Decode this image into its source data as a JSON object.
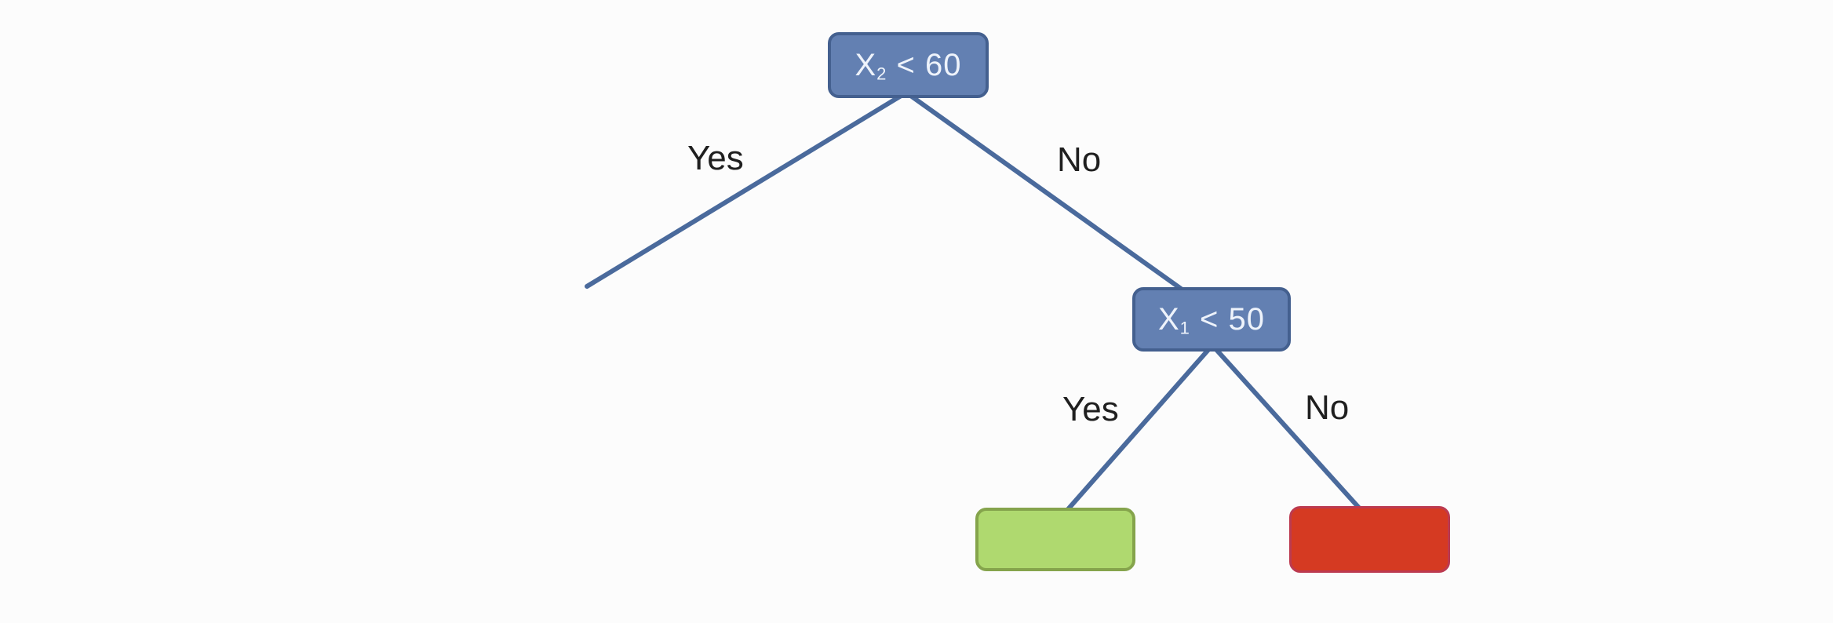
{
  "page": {
    "background": "#fcfcfc"
  },
  "colors": {
    "branch_line": "#4a6a9c",
    "decision_node_fill": "#6380b2",
    "decision_node_border": "#44608f",
    "decision_node_text": "#eef3fb",
    "branch_label_text": "#1f1f1f",
    "leaf_positive_fill": "#afd96f",
    "leaf_positive_border": "#85a44c",
    "leaf_negative_fill": "#d53a22",
    "leaf_negative_border": "#bc3a50"
  },
  "tree": {
    "type": "decision-tree",
    "root_node": {
      "variable": "X",
      "subscript": "2",
      "condition": " < 60"
    },
    "root_branches": {
      "yes_label": "Yes",
      "no_label": "No"
    },
    "child_node": {
      "variable": "X",
      "subscript": "1",
      "condition": " < 50"
    },
    "child_branches": {
      "yes_label": "Yes",
      "no_label": "No"
    },
    "leaf_nodes": {
      "yes_leaf_text": "",
      "no_leaf_text": ""
    }
  }
}
